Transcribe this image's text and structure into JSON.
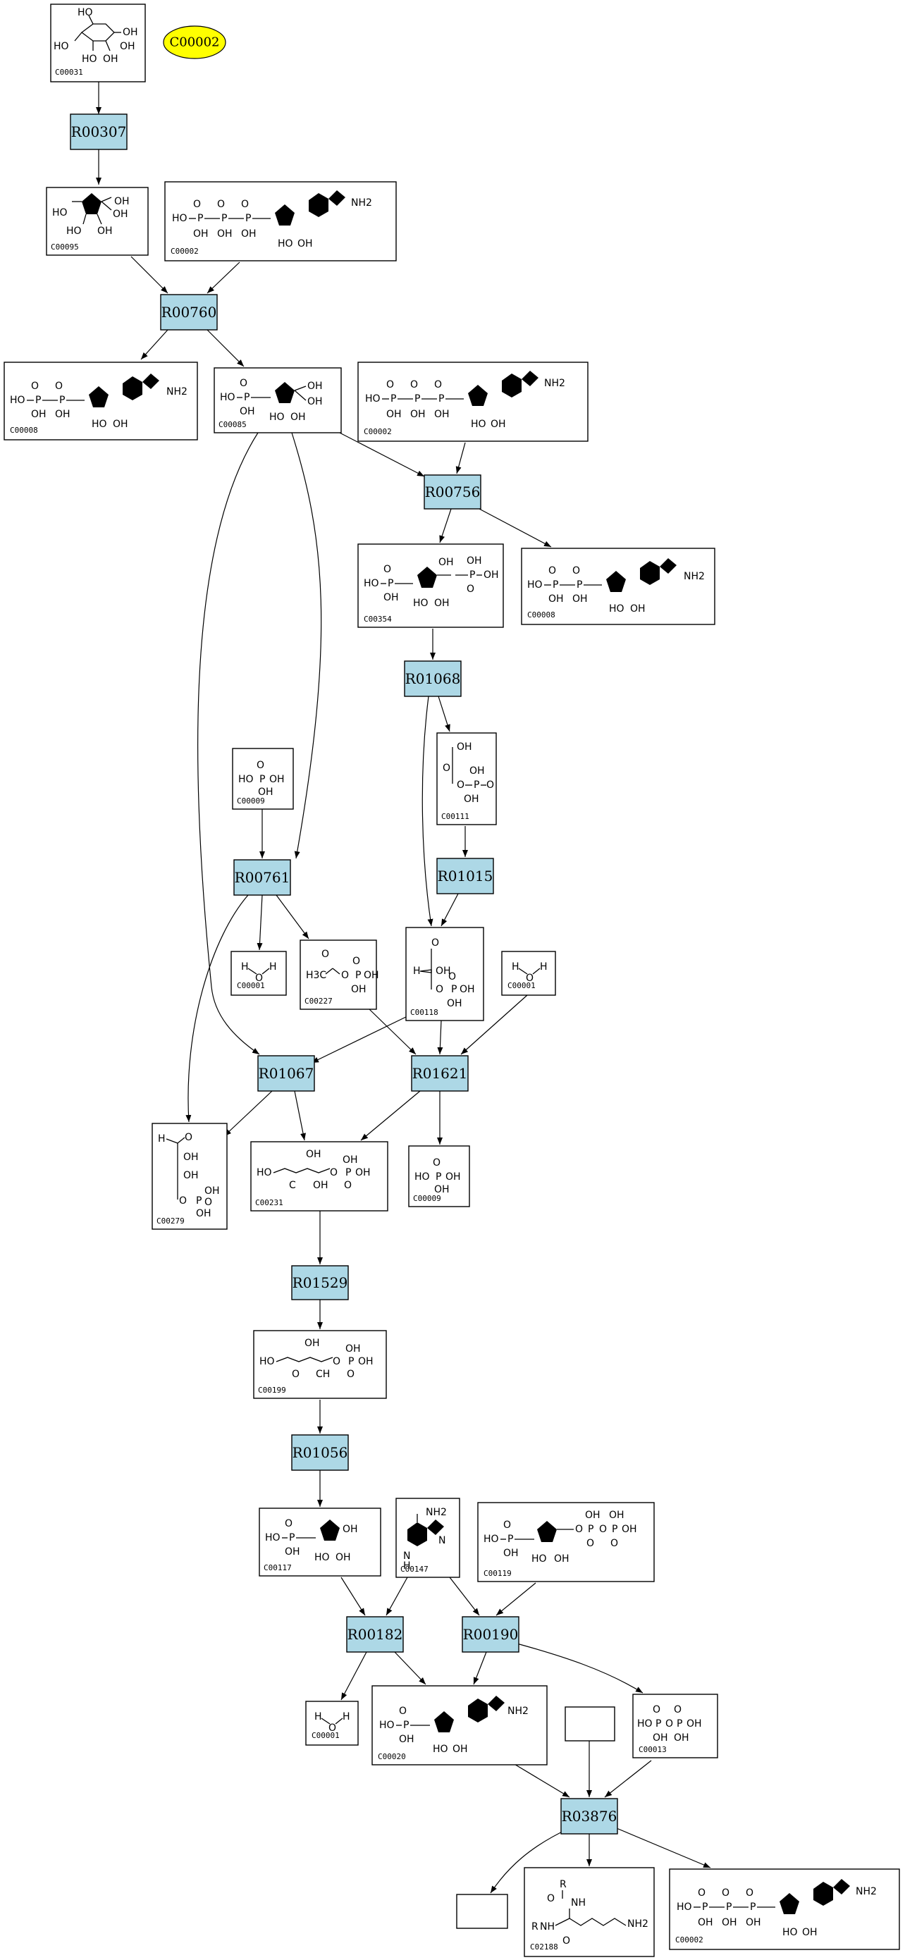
{
  "legend": {
    "label": "C00002",
    "color": "#ffff00"
  },
  "reaction_color": "#add8e6",
  "reactions": [
    {
      "id": "R00307",
      "label": "R00307"
    },
    {
      "id": "R00760",
      "label": "R00760"
    },
    {
      "id": "R00756",
      "label": "R00756"
    },
    {
      "id": "R01068",
      "label": "R01068"
    },
    {
      "id": "R01015",
      "label": "R01015"
    },
    {
      "id": "R00761",
      "label": "R00761"
    },
    {
      "id": "R01067",
      "label": "R01067"
    },
    {
      "id": "R01621",
      "label": "R01621"
    },
    {
      "id": "R01529",
      "label": "R01529"
    },
    {
      "id": "R01056",
      "label": "R01056"
    },
    {
      "id": "R00182",
      "label": "R00182"
    },
    {
      "id": "R00190",
      "label": "R00190"
    },
    {
      "id": "R03876",
      "label": "R03876"
    }
  ],
  "compounds": [
    {
      "key": "c00031",
      "label": "C00031",
      "icon": "glucose-structure"
    },
    {
      "key": "c00095",
      "label": "C00095",
      "icon": "fructose-structure"
    },
    {
      "key": "c00002a",
      "label": "C00002",
      "icon": "atp-structure"
    },
    {
      "key": "c00008a",
      "label": "C00008",
      "icon": "adp-structure"
    },
    {
      "key": "c00085",
      "label": "C00085",
      "icon": "fructose-6-phosphate-structure"
    },
    {
      "key": "c00002b",
      "label": "C00002",
      "icon": "atp-structure"
    },
    {
      "key": "c00354",
      "label": "C00354",
      "icon": "fructose-bisphosphate-structure"
    },
    {
      "key": "c00008b",
      "label": "C00008",
      "icon": "adp-structure"
    },
    {
      "key": "c00111",
      "label": "C00111",
      "icon": "glycerone-phosphate-structure"
    },
    {
      "key": "c00009a",
      "label": "C00009",
      "icon": "phosphate-structure"
    },
    {
      "key": "c00001a",
      "label": "C00001",
      "icon": "water-structure"
    },
    {
      "key": "c00227",
      "label": "C00227",
      "icon": "acetyl-phosphate-structure"
    },
    {
      "key": "c00118",
      "label": "C00118",
      "icon": "glyceraldehyde-3-phosphate-structure"
    },
    {
      "key": "c00001b",
      "label": "C00001",
      "icon": "water-structure"
    },
    {
      "key": "c00279",
      "label": "C00279",
      "icon": "erythrose-4-phosphate-structure"
    },
    {
      "key": "c00231",
      "label": "C00231",
      "icon": "xylulose-5-phosphate-structure"
    },
    {
      "key": "c00009b",
      "label": "C00009",
      "icon": "phosphate-structure"
    },
    {
      "key": "c00199",
      "label": "C00199",
      "icon": "ribulose-5-phosphate-structure"
    },
    {
      "key": "c00117",
      "label": "C00117",
      "icon": "ribose-5-phosphate-structure"
    },
    {
      "key": "c00147",
      "label": "C00147",
      "icon": "adenine-structure"
    },
    {
      "key": "c00119",
      "label": "C00119",
      "icon": "prpp-structure"
    },
    {
      "key": "c00001c",
      "label": "C00001",
      "icon": "water-structure"
    },
    {
      "key": "c00020",
      "label": "C00020",
      "icon": "amp-structure"
    },
    {
      "key": "c00013",
      "label": "C00013",
      "icon": "diphosphate-structure"
    },
    {
      "key": "c02188",
      "label": "C02188",
      "icon": "protein-lysine-structure"
    },
    {
      "key": "c00002c",
      "label": "C00002",
      "icon": "atp-structure"
    }
  ],
  "atoms": {
    "OH": "OH",
    "HO": "HO",
    "O": "O",
    "P": "P",
    "N": "N",
    "NH2": "NH2",
    "H": "H",
    "H3C": "H3C",
    "C": "C",
    "CH": "CH",
    "NH": "NH",
    "R": "R",
    "HN": "HN"
  }
}
